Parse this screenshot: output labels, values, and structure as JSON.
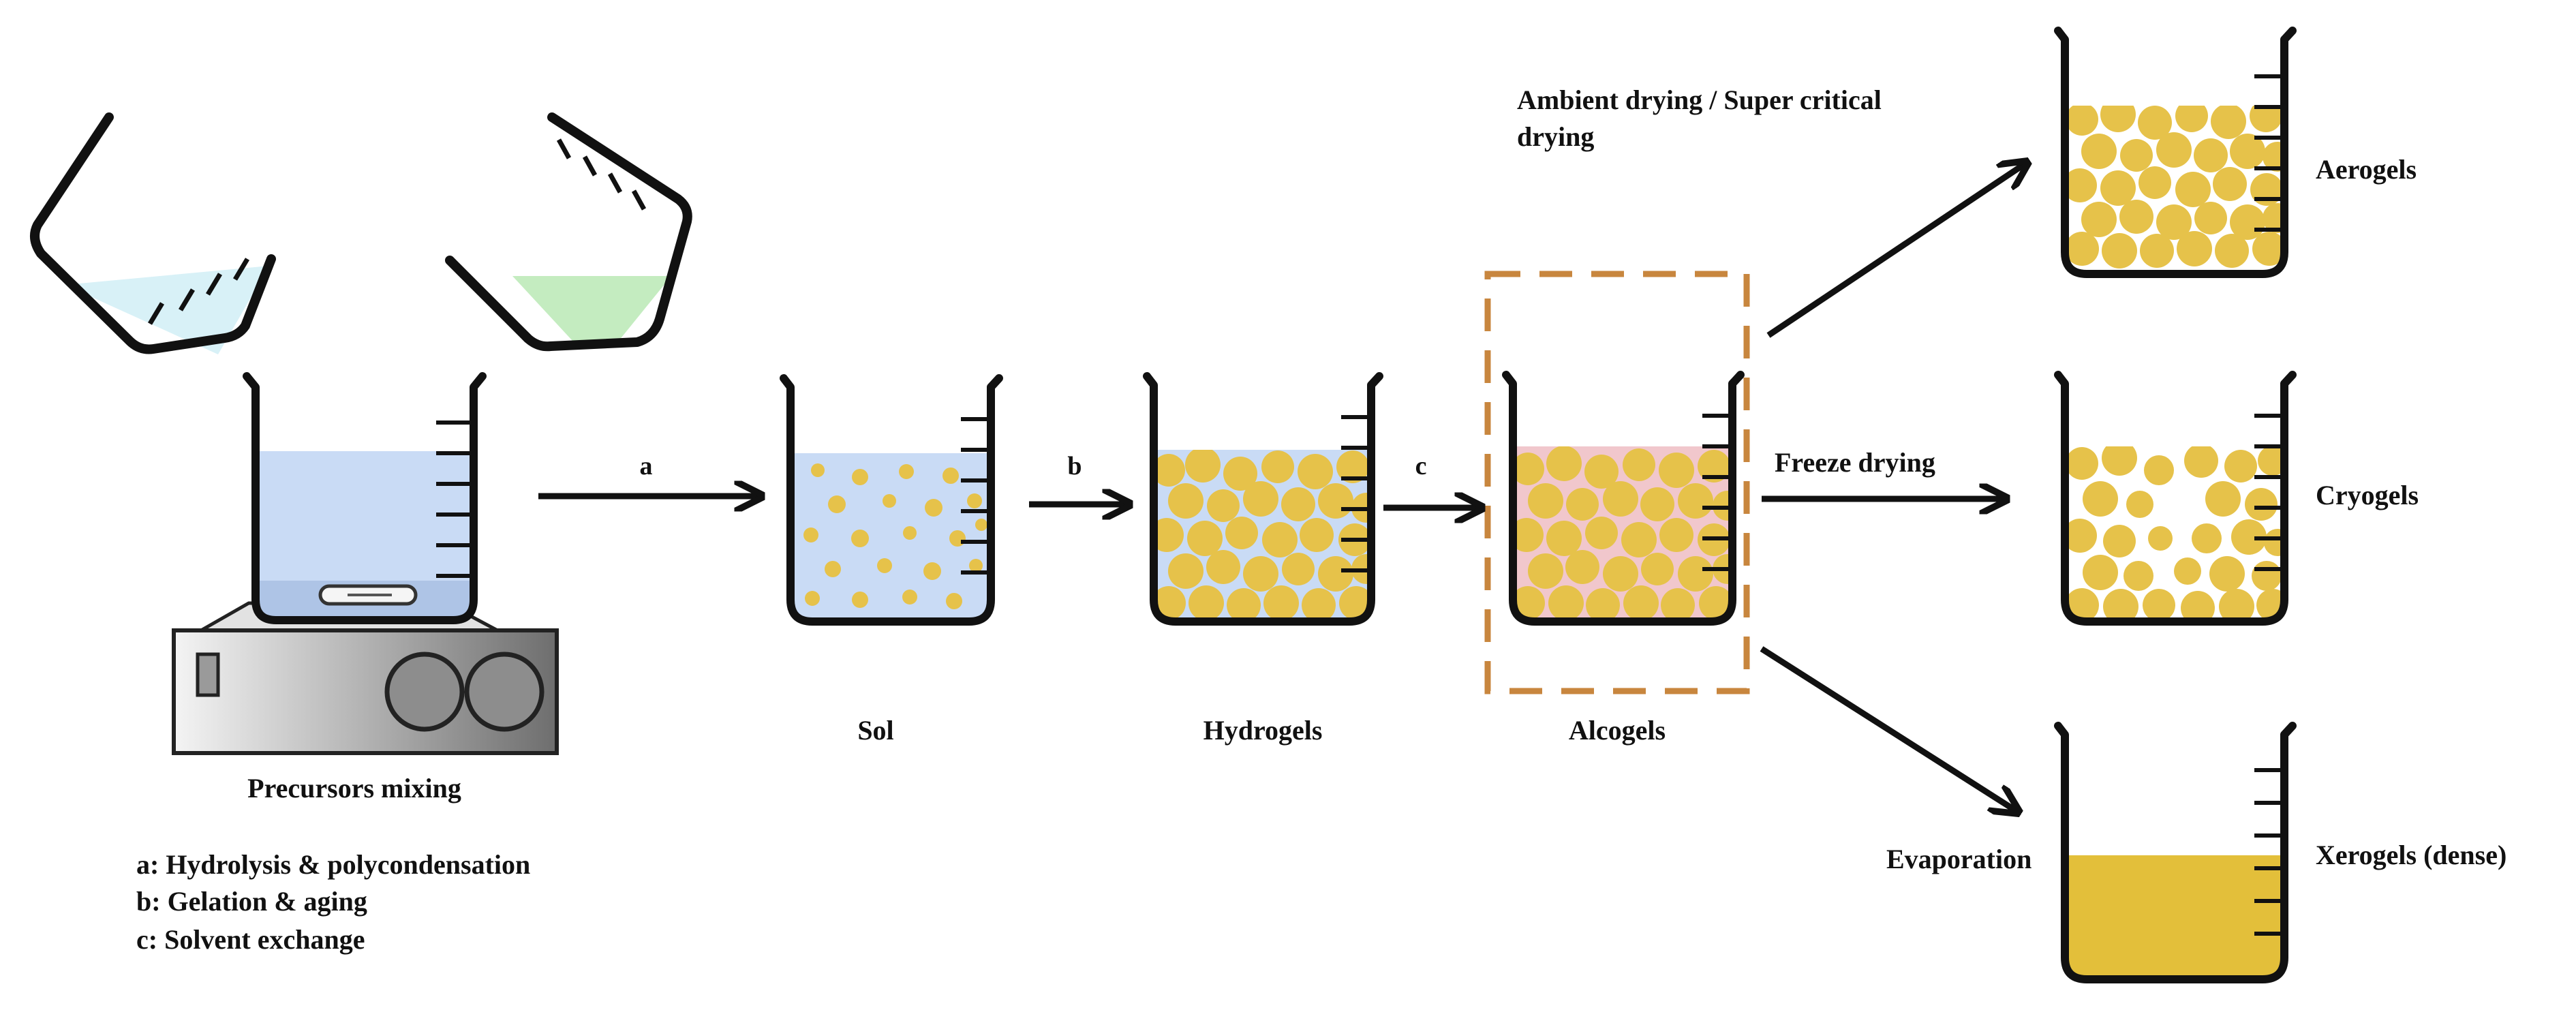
{
  "stages": {
    "precursors": "Precursors mixing",
    "sol": "Sol",
    "hydrogels": "Hydrogels",
    "alcogels": "Alcogels",
    "aerogels": "Aerogels",
    "cryogels": "Cryogels",
    "xerogels": "Xerogels (dense)"
  },
  "steps": {
    "a": "a",
    "b": "b",
    "c": "c"
  },
  "drying": {
    "ambient_line1": "Ambient drying / Super critical",
    "ambient_line2": "drying",
    "freeze": "Freeze drying",
    "evaporation": "Evaporation"
  },
  "legend": {
    "a": "a: Hydrolysis & polycondensation",
    "b": "b: Gelation & aging",
    "c": "c: Solvent exchange"
  },
  "colors": {
    "line": "#111111",
    "water_light": "#d8f1f7",
    "green_liquid": "#c4ecc0",
    "blue_liquid": "#c9dbf5",
    "gel_yellow": "#e6c24a",
    "alcogel_pink": "#f1c7cc",
    "xerogel_solid": "#e3bf3a",
    "dashed_box": "#c8863e",
    "stirrer_gray": "#8d8d8d"
  }
}
